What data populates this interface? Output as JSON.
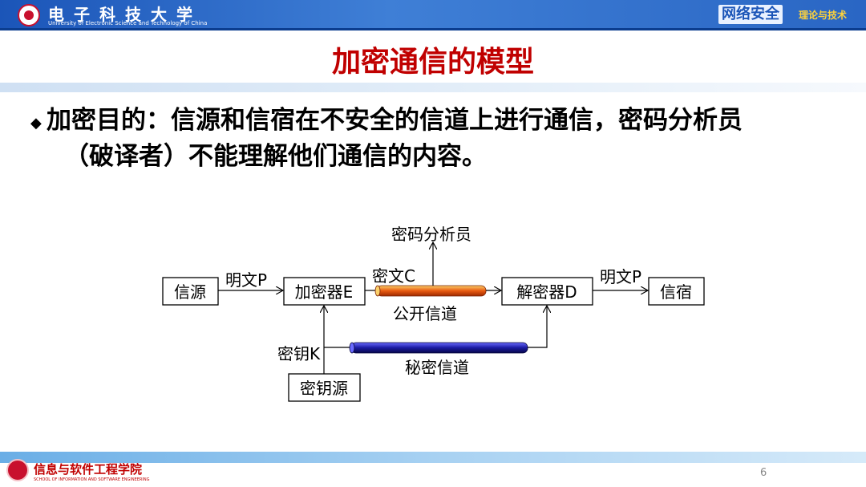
{
  "header": {
    "university_cn": "电子科技大学",
    "university_en": "University of Electronic Science and Technology of China",
    "course_tag": "网络安全",
    "course_sub": "理论与技术"
  },
  "slide": {
    "title": "加密通信的模型",
    "bullet": "◆",
    "text_line1": "加密目的：信源和信宿在不安全的信道上进行通信，密码分析员",
    "text_line2": "（破译者）不能理解他们通信的内容。"
  },
  "diagram": {
    "source": "信源",
    "plaintext_in": "明文P",
    "encryptor": "加密器E",
    "ciphertext": "密文C",
    "cryptanalyst": "密码分析员",
    "public_channel": "公开信道",
    "decryptor": "解密器D",
    "plaintext_out": "明文P",
    "sink": "信宿",
    "key": "密钥K",
    "secret_channel": "秘密信道",
    "key_source": "密钥源",
    "colors": {
      "public_pipe": "#e85a10",
      "secret_pipe": "#1a1aa0"
    }
  },
  "footer": {
    "school_cn": "信息与软件工程学院",
    "school_en": "SCHOOL OF INFORMATION AND SOFTWARE ENGINEERING",
    "page_number": "6"
  }
}
